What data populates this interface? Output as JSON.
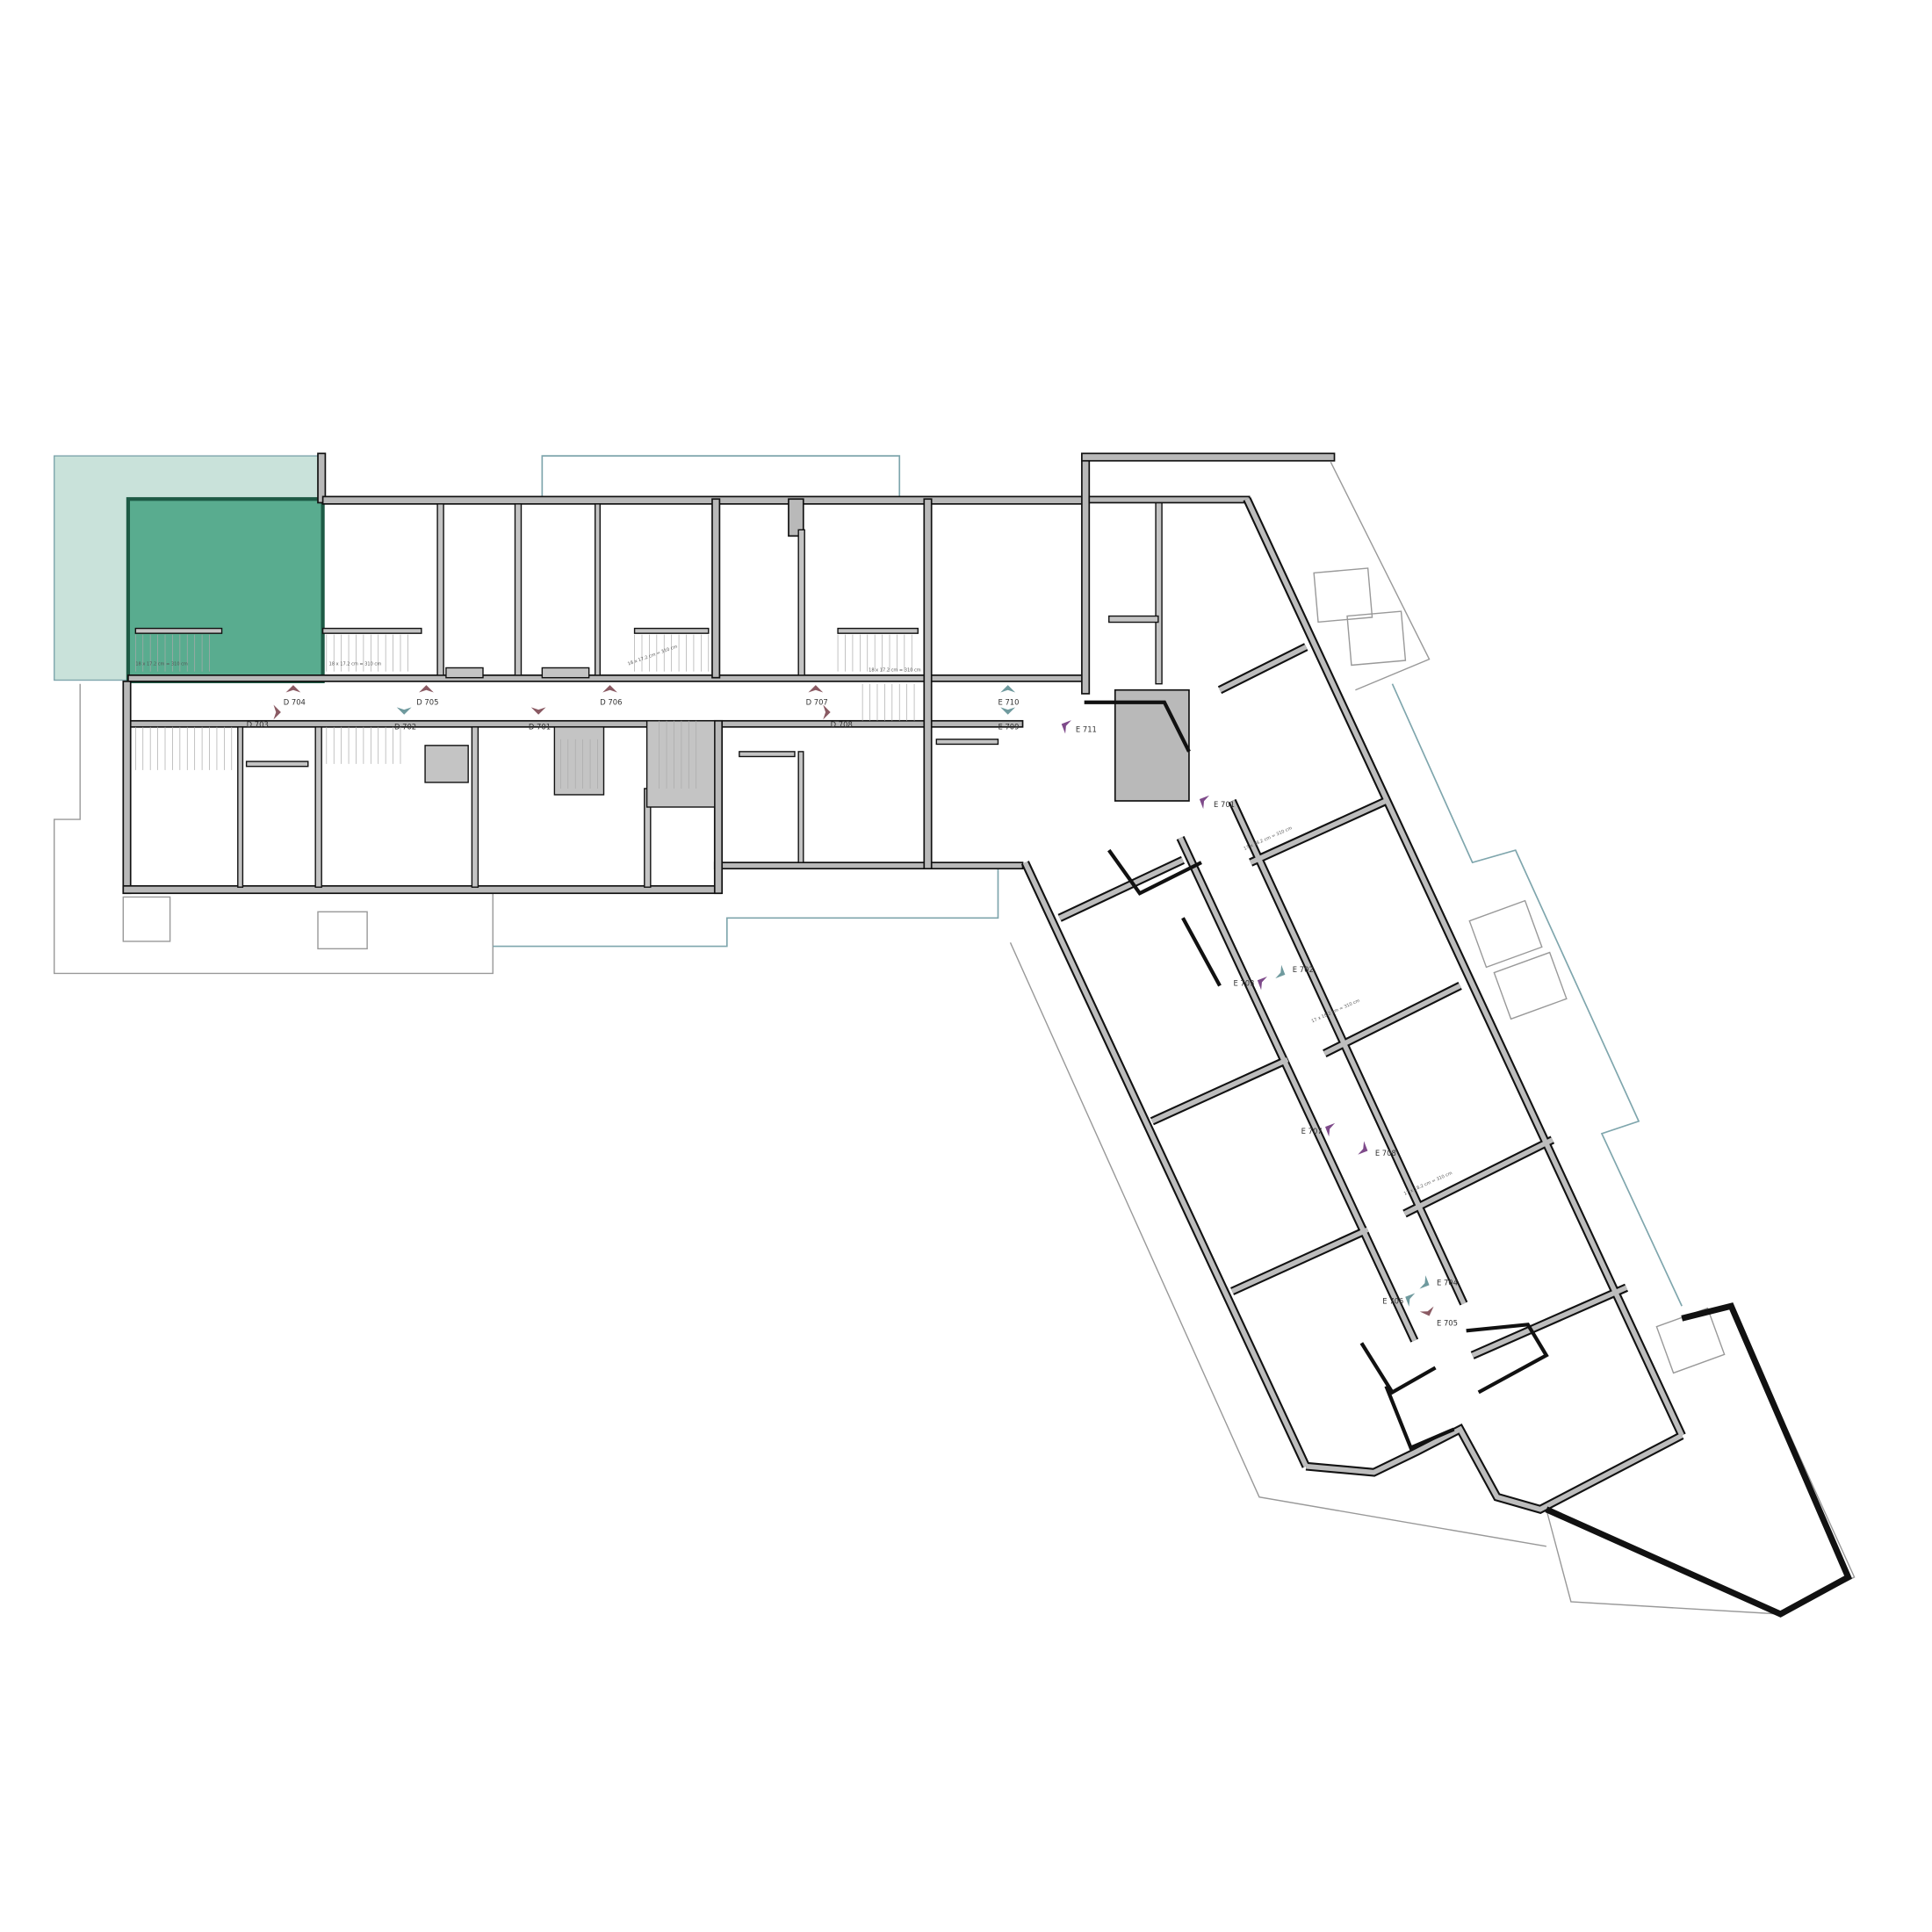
{
  "plan": {
    "title": "Floor plan – level 7",
    "highlighted_unit": "D 704",
    "colors": {
      "highlight_unit": "#3d9f7c",
      "highlight_terrace": "#c9e2da",
      "marker_maroon": "#8a5a63",
      "marker_teal": "#6f9a9e",
      "marker_purple": "#7e4a8a",
      "terrace_line": "#7fa6ad"
    }
  },
  "markers": [
    {
      "label": "D 704",
      "color": "maroon"
    },
    {
      "label": "D 703",
      "color": "maroon"
    },
    {
      "label": "D 705",
      "color": "maroon"
    },
    {
      "label": "D 702",
      "color": "teal"
    },
    {
      "label": "D 701",
      "color": "maroon"
    },
    {
      "label": "D 706",
      "color": "maroon"
    },
    {
      "label": "D 707",
      "color": "maroon"
    },
    {
      "label": "D 708",
      "color": "maroon"
    },
    {
      "label": "E 710",
      "color": "teal"
    },
    {
      "label": "E 709",
      "color": "teal"
    },
    {
      "label": "E 711",
      "color": "purple"
    },
    {
      "label": "E 701",
      "color": "purple"
    },
    {
      "label": "E 702",
      "color": "teal"
    },
    {
      "label": "E 703",
      "color": "purple"
    },
    {
      "label": "E 707",
      "color": "purple"
    },
    {
      "label": "E 708",
      "color": "purple"
    },
    {
      "label": "E 704",
      "color": "teal"
    },
    {
      "label": "E 706",
      "color": "teal"
    },
    {
      "label": "E 705",
      "color": "maroon"
    }
  ],
  "stair_notes": [
    "18 x 17.2 cm = 310 cm",
    "18 x 17.2 cm = 310 cm",
    "18 x 17.2 cm = 310 cm",
    "18 x 17.2 cm = 310 cm",
    "17 x 18.2 cm = 310 cm",
    "17 x 18.2 cm = 310 cm",
    "17 x 18.2 cm = 310 cm"
  ]
}
